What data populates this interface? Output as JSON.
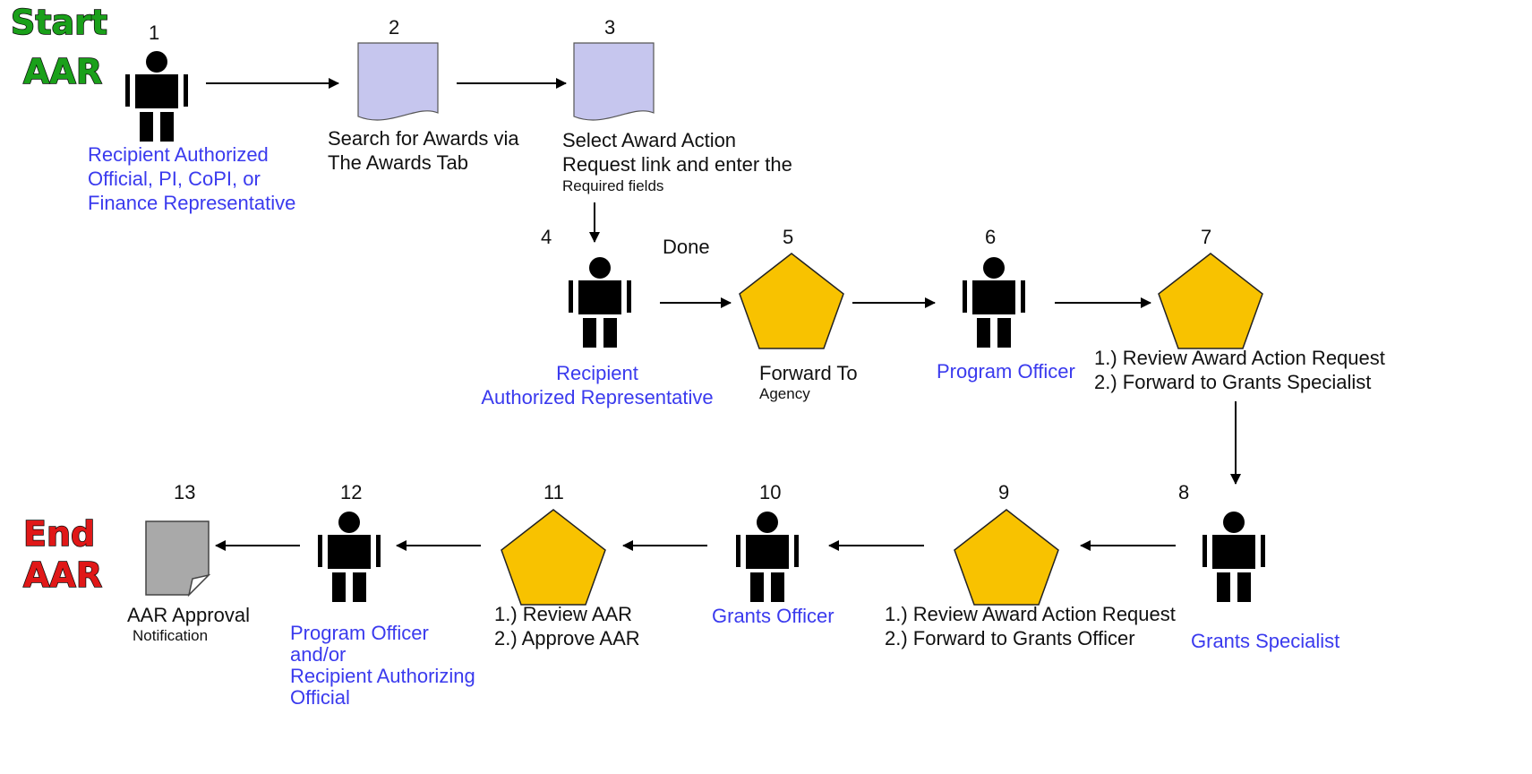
{
  "start": {
    "line1": "Start",
    "line2": "AAR"
  },
  "end": {
    "line1": "End",
    "line2": "AAR"
  },
  "colors": {
    "start_text": "#1aa01a",
    "end_text": "#e01818",
    "role_text": "#3a3aee",
    "pentagon_fill": "#f8c200",
    "document_fill": "#c6c6ee",
    "notification_fill": "#a9a9a9"
  },
  "steps": [
    {
      "number": "1",
      "icon": "person-icon",
      "label_lines": [
        "Recipient Authorized",
        "Official, PI, CoPI, or",
        "Finance Representative"
      ]
    },
    {
      "number": "2",
      "icon": "document-icon",
      "label_lines": [
        "Search for Awards via",
        "The Awards Tab"
      ]
    },
    {
      "number": "3",
      "icon": "document-icon",
      "label_lines": [
        "Select Award Action",
        "Request link and enter the",
        "Required fields"
      ]
    },
    {
      "number": "4",
      "icon": "person-icon",
      "label_lines": [
        "Recipient",
        "Authorized Representative"
      ]
    },
    {
      "number": "5",
      "icon": "pentagon-icon",
      "label_lines": [
        "Forward To",
        "Agency"
      ]
    },
    {
      "number": "6",
      "icon": "person-icon",
      "label_lines": [
        "Program Officer"
      ]
    },
    {
      "number": "7",
      "icon": "pentagon-icon",
      "label_lines": [
        "1.) Review Award Action Request",
        "2.) Forward to Grants Specialist"
      ]
    },
    {
      "number": "8",
      "icon": "person-icon",
      "label_lines": [
        "Grants Specialist"
      ]
    },
    {
      "number": "9",
      "icon": "pentagon-icon",
      "label_lines": [
        "1.) Review Award Action Request",
        "2.) Forward to Grants Officer"
      ]
    },
    {
      "number": "10",
      "icon": "person-icon",
      "label_lines": [
        "Grants Officer"
      ]
    },
    {
      "number": "11",
      "icon": "pentagon-icon",
      "label_lines": [
        "1.) Review AAR",
        "2.) Approve AAR"
      ]
    },
    {
      "number": "12",
      "icon": "person-icon",
      "label_lines": [
        "Program Officer",
        "and/or",
        "Recipient Authorizing",
        "Official"
      ]
    },
    {
      "number": "13",
      "icon": "notification-icon",
      "label_lines": [
        "AAR Approval",
        "Notification"
      ]
    }
  ],
  "connectors": [
    {
      "from": "1",
      "to": "2"
    },
    {
      "from": "2",
      "to": "3"
    },
    {
      "from": "3",
      "to": "4"
    },
    {
      "from": "4",
      "to": "5",
      "label": "Done"
    },
    {
      "from": "5",
      "to": "6"
    },
    {
      "from": "6",
      "to": "7"
    },
    {
      "from": "7",
      "to": "8"
    },
    {
      "from": "8",
      "to": "9"
    },
    {
      "from": "9",
      "to": "10"
    },
    {
      "from": "10",
      "to": "11"
    },
    {
      "from": "11",
      "to": "12"
    },
    {
      "from": "12",
      "to": "13"
    }
  ]
}
